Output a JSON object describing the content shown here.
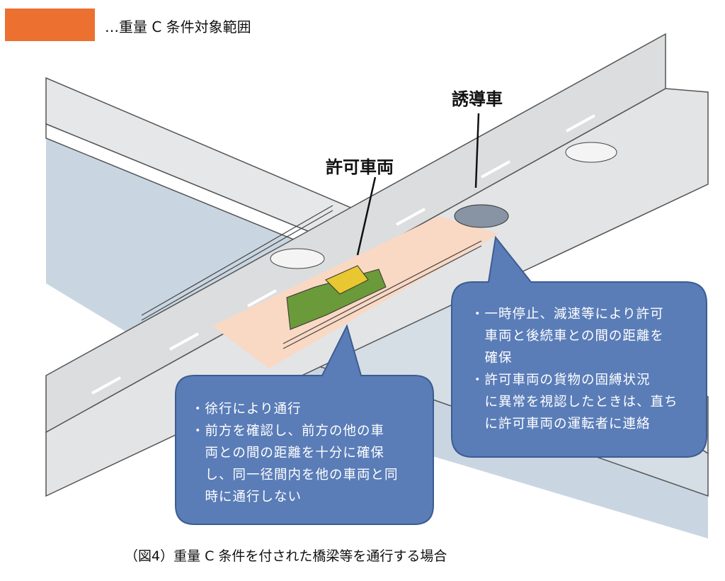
{
  "legend": {
    "color": "#ec7030",
    "text": "…重量 C 条件対象範囲"
  },
  "labels": {
    "escort": "誘導車",
    "permitted": "許可車両"
  },
  "callout_left": {
    "lines": [
      "・徐行により通行",
      "・前方を確認し、前方の他の車",
      "　両との間の距離を十分に確保",
      "　し、同一径間内を他の車両と同",
      "　時に通行しない"
    ]
  },
  "callout_right": {
    "lines": [
      "・一時停止、減速等により許可",
      "　車両と後続車との間の距離を",
      "　確保",
      "・許可車両の貨物の固縛状況",
      "　に異常を視認したときは、直ち",
      "　に許可車両の運転者に連絡"
    ]
  },
  "caption": "（図4）重量 C 条件を付された橋梁等を通行する場合",
  "colors": {
    "callout": "#5a7db8",
    "zone": "#f9d8c4",
    "water": "#c9d6e2",
    "road": "#dedfe0"
  }
}
